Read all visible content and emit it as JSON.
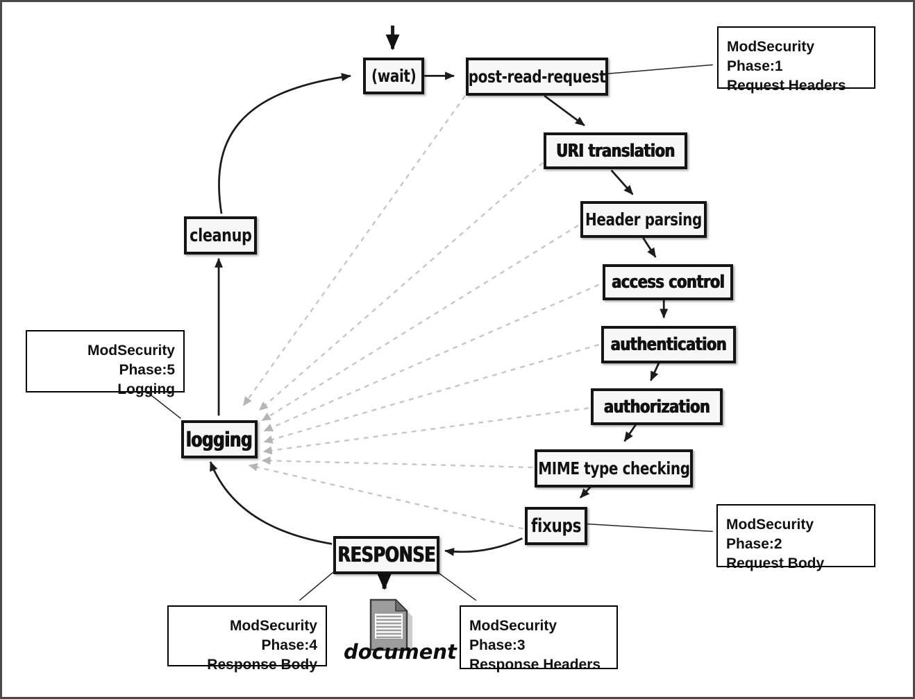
{
  "nodes": {
    "wait": "(wait)",
    "post_read_request": "post-read-request",
    "uri_translation": "URI translation",
    "header_parsing": "Header parsing",
    "access_control": "access control",
    "authentication": "authentication",
    "authorization": "authorization",
    "mime_type_checking": "MIME type checking",
    "fixups": "fixups",
    "response": "RESPONSE",
    "logging": "logging",
    "cleanup": "cleanup"
  },
  "document_label": "document",
  "callouts": {
    "phase1": {
      "line1": "ModSecurity Phase:1",
      "line2": "Request Headers"
    },
    "phase2": {
      "line1": "ModSecurity Phase:2",
      "line2": "Request Body"
    },
    "phase3": {
      "line1": "ModSecurity Phase:3",
      "line2": "Response Headers"
    },
    "phase4": {
      "line1": "ModSecurity Phase:4",
      "line2": "Response Body"
    },
    "phase5": {
      "line1": "ModSecurity Phase:5",
      "line2": "Logging"
    }
  },
  "colors": {
    "node_border": "#141414",
    "node_fill": "#f7f7f7",
    "solid_arrow": "#1c1c1c",
    "dashed_arrow": "#c6c6c6",
    "dashed_arrowhead": "#b5b5b5",
    "callout_border": "#000000",
    "document_gray": "#9c9c9c",
    "frame_border": "#4a4a4a"
  }
}
